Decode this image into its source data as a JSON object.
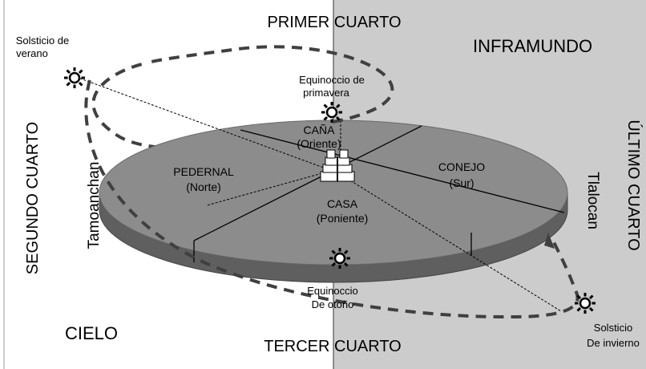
{
  "regions": {
    "cielo": "CIELO",
    "inframundo": "INFRAMUNDO",
    "primer_cuarto": "PRIMER CUARTO",
    "tercer_cuarto": "TERCER CUARTO",
    "segundo_cuarto": "SEGUNDO CUARTO",
    "ultimo_cuarto": "ÚLTIMO CUARTO",
    "tamoanchan": "Tamoanchan",
    "tlalocan": "Tlalocan"
  },
  "sections": {
    "cana": {
      "name": "CAÑA",
      "dir": "(Oriente)"
    },
    "pedernal": {
      "name": "PEDERNAL",
      "dir": "(Norte)"
    },
    "conejo": {
      "name": "CONEJO",
      "dir": "(Sur)"
    },
    "casa": {
      "name": "CASA",
      "dir": "(Poniente)"
    }
  },
  "events": {
    "solsticio_verano": [
      "Solsticio de",
      "verano"
    ],
    "equinoccio_primavera": [
      "Equinoccio de",
      "primavera"
    ],
    "equinoccio_otono": [
      "Equinoccio",
      "De otoño"
    ],
    "solsticio_invierno": [
      "Solsticio",
      "De invierno"
    ]
  },
  "colors": {
    "underworld_bg": "#cccccc",
    "disk_top": "#8c8c8c",
    "disk_side": "#606060",
    "orbit": "#404040"
  }
}
